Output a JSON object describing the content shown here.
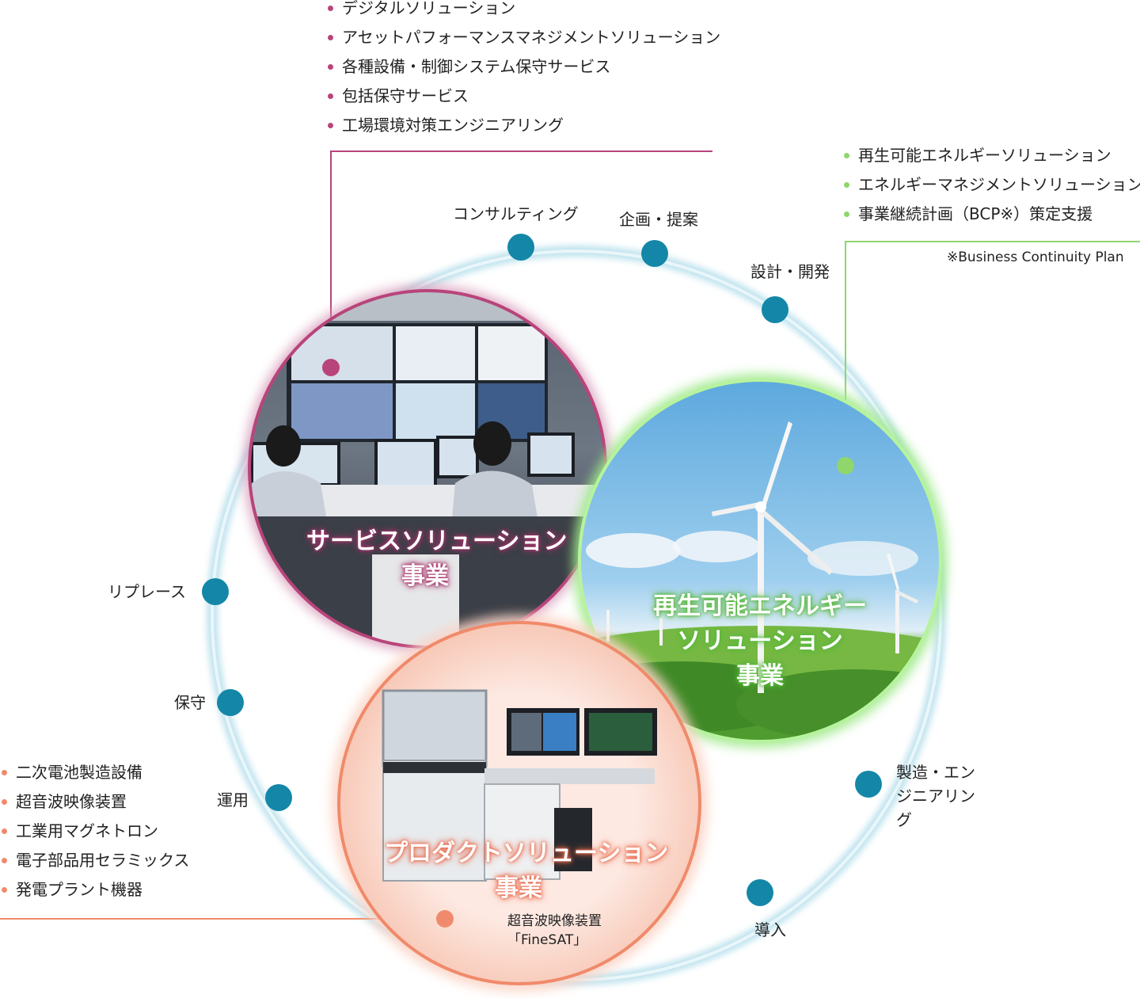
{
  "service_solutions": {
    "title_lines": [
      "サービスソリューション",
      "事業"
    ],
    "items": [
      "デジタルソリューション",
      "アセットパフォーマンスマネジメントソリューション",
      "各種設備・制御システム保守サービス",
      "包括保守サービス",
      "工場環境対策エンジニアリング"
    ]
  },
  "renewable_solutions": {
    "title_lines": [
      "再生可能エネルギー",
      "ソリューション",
      "事業"
    ],
    "items": [
      "再生可能エネルギーソリューション",
      "エネルギーマネジメントソリューション",
      "事業継続計画（BCP※）策定支援"
    ],
    "footnote": "※Business Continuity Plan"
  },
  "product_solutions": {
    "title_lines": [
      "プロダクトソリューション",
      "事業"
    ],
    "items": [
      "二次電池製造設備",
      "超音波映像装置",
      "工業用マグネトロン",
      "電子部品用セラミックス",
      "発電プラント機器"
    ],
    "caption_lines": [
      "超音波映像装置",
      "「FineSAT」"
    ]
  },
  "lifecycle_steps": [
    "コンサルティング",
    "企画・提案",
    "設計・開発",
    "製造・エンジニアリング",
    "導入",
    "運用",
    "保守",
    "リプレース"
  ],
  "colors": {
    "service": "#b8447b",
    "renewable": "#8fd66c",
    "product": "#ef8b6c",
    "ring": "#bfe3ee",
    "node": "#1487a8"
  }
}
